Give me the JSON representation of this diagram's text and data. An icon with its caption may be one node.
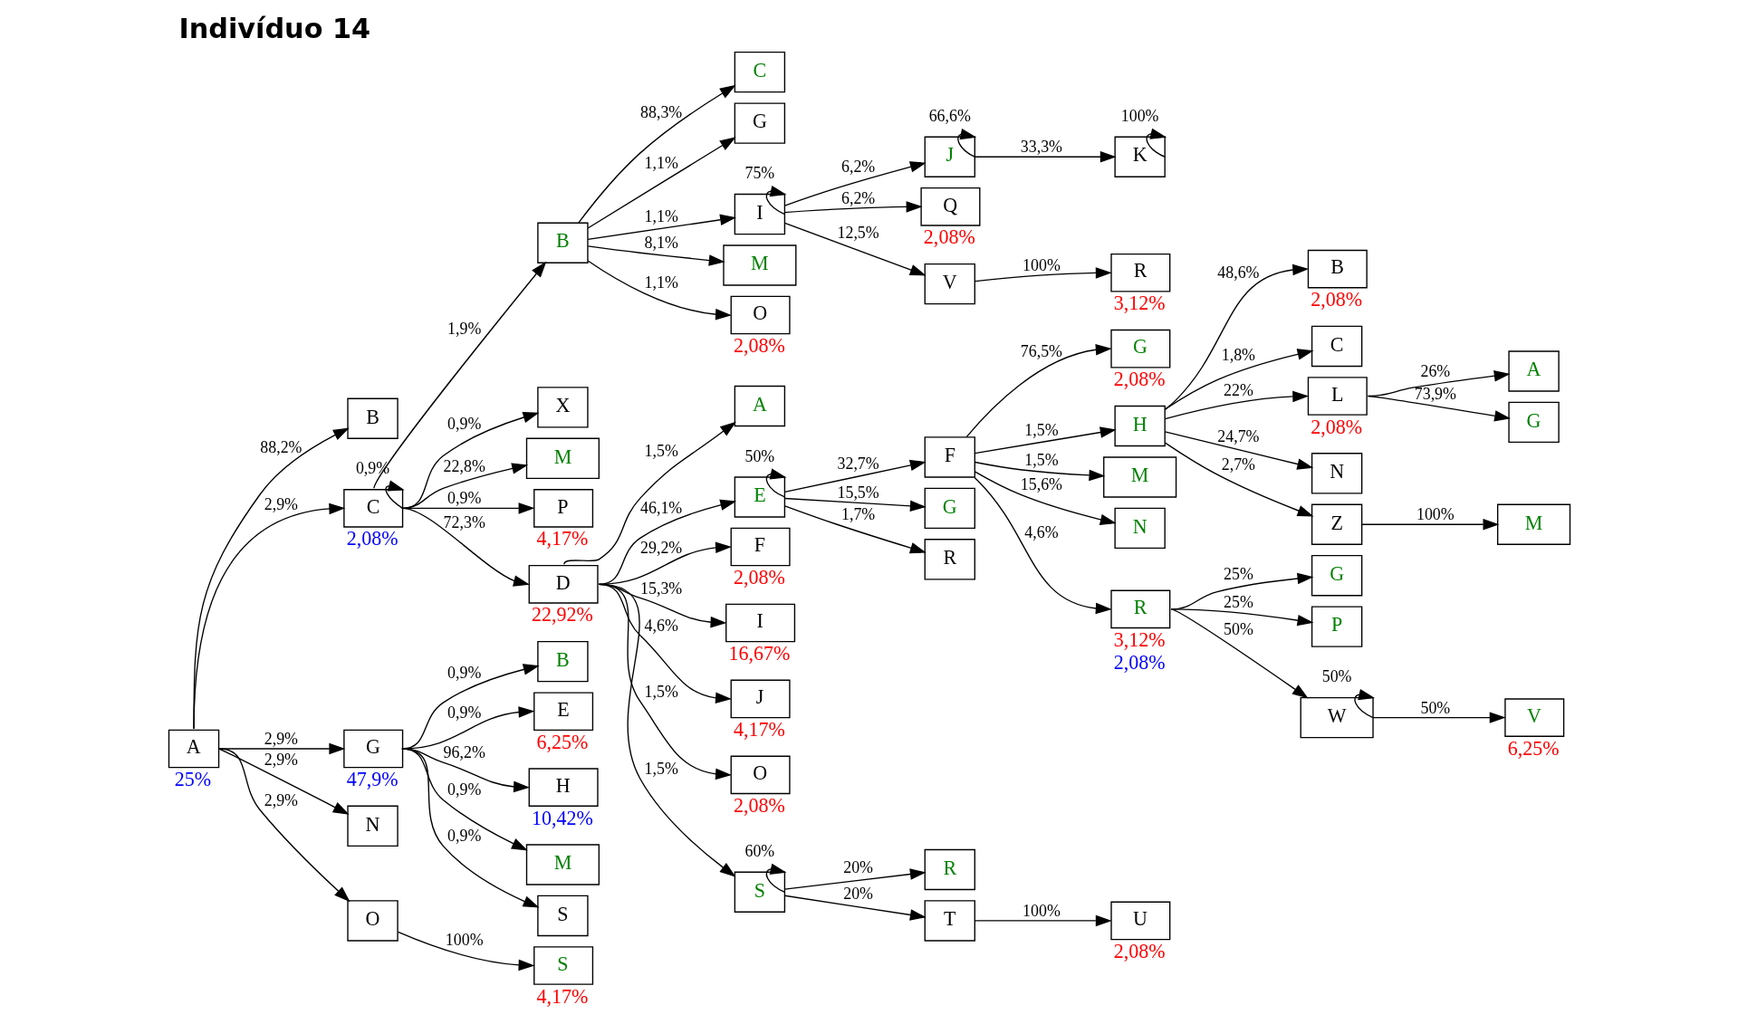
{
  "diagram": {
    "title": "Indivíduo 14",
    "nodes": [
      {
        "text": [
          "A"
        ],
        "beside": [
          "25%"
        ]
      },
      {
        "text": [
          "B"
        ]
      },
      {
        "text": [
          "C"
        ],
        "beside": [
          "2,08%"
        ]
      },
      {
        "text": [
          "B"
        ]
      },
      {
        "text": [
          "C"
        ]
      },
      {
        "text": [
          "G"
        ]
      },
      {
        "text": [
          "I"
        ]
      },
      {
        "text": [
          "J"
        ]
      },
      {
        "text": [
          "K"
        ]
      },
      {
        "text": [
          "Q"
        ],
        "beside": [
          "2,08%"
        ]
      },
      {
        "text": [
          "V"
        ]
      },
      {
        "text": [
          "R"
        ],
        "beside": [
          "3,12%"
        ]
      },
      {
        "text": [
          "M"
        ]
      },
      {
        "text": [
          "O"
        ],
        "beside": [
          "2,08%"
        ]
      },
      {
        "text": [
          "X"
        ]
      },
      {
        "text": [
          "M"
        ]
      },
      {
        "text": [
          "P"
        ],
        "beside": [
          "4,17%"
        ]
      },
      {
        "text": [
          "D"
        ],
        "beside": [
          "22,92%"
        ]
      },
      {
        "text": [
          "A"
        ]
      },
      {
        "text": [
          "E"
        ]
      },
      {
        "text": [
          "F"
        ]
      },
      {
        "text": [
          "G"
        ],
        "beside": [
          "2,08%"
        ]
      },
      {
        "text": [
          "H"
        ]
      },
      {
        "text": [
          "B"
        ],
        "beside": [
          "2,08%"
        ]
      },
      {
        "text": [
          "C"
        ]
      },
      {
        "text": [
          "L"
        ],
        "beside": [
          "2,08%"
        ]
      },
      {
        "text": [
          "A"
        ]
      },
      {
        "text": [
          "G"
        ]
      },
      {
        "text": [
          "N"
        ]
      },
      {
        "text": [
          "Z"
        ]
      },
      {
        "text": [
          "M"
        ]
      },
      {
        "text": [
          "M"
        ]
      },
      {
        "text": [
          "N"
        ]
      },
      {
        "text": [
          "R"
        ],
        "beside": [
          "3,12%",
          "2,08%"
        ]
      },
      {
        "text": [
          "G"
        ]
      },
      {
        "text": [
          "P"
        ]
      },
      {
        "text": [
          "W"
        ]
      },
      {
        "text": [
          "V"
        ],
        "beside": [
          "6,25%"
        ]
      },
      {
        "text": [
          "G"
        ]
      },
      {
        "text": [
          "R"
        ]
      },
      {
        "text": [
          "F"
        ],
        "beside": [
          "2,08%"
        ]
      },
      {
        "text": [
          "I"
        ],
        "beside": [
          "16,67%"
        ]
      },
      {
        "text": [
          "J"
        ],
        "beside": [
          "4,17%"
        ]
      },
      {
        "text": [
          "O"
        ],
        "beside": [
          "2,08%"
        ]
      },
      {
        "text": [
          "S"
        ]
      },
      {
        "text": [
          "R"
        ]
      },
      {
        "text": [
          "T"
        ]
      },
      {
        "text": [
          "U"
        ],
        "beside": [
          "2,08%"
        ]
      },
      {
        "text": [
          "G"
        ],
        "beside": [
          "47,9%"
        ]
      },
      {
        "text": [
          "B"
        ]
      },
      {
        "text": [
          "E"
        ],
        "beside": [
          "6,25%"
        ]
      },
      {
        "text": [
          "H"
        ],
        "beside": [
          "10,42%"
        ]
      },
      {
        "text": [
          "M"
        ]
      },
      {
        "text": [
          "S"
        ]
      },
      {
        "text": [
          "N"
        ]
      },
      {
        "text": [
          "O"
        ]
      },
      {
        "text": [
          "S"
        ],
        "beside": [
          "4,17%"
        ]
      }
    ],
    "edges": [
      {
        "from": 0,
        "to": 1,
        "arrow": "to",
        "label": "88,2%"
      },
      {
        "from": 0,
        "to": 2,
        "arrow": "to",
        "label": "2,9%"
      },
      {
        "from": 2,
        "to": 2,
        "arrow": "to",
        "label": "0,9%"
      },
      {
        "from": 2,
        "to": 3,
        "arrow": "to",
        "label": "1,9%"
      },
      {
        "from": 3,
        "to": 4,
        "arrow": "to",
        "label": "88,3%"
      },
      {
        "from": 3,
        "to": 5,
        "arrow": "to",
        "label": "1,1%"
      },
      {
        "from": 3,
        "to": 6,
        "arrow": "to",
        "label": "1,1%"
      },
      {
        "from": 6,
        "to": 6,
        "arrow": "to",
        "label": "75%"
      },
      {
        "from": 6,
        "to": 7,
        "arrow": "to",
        "label": "6,2%"
      },
      {
        "from": 7,
        "to": 7,
        "arrow": "to",
        "label": "66,6%"
      },
      {
        "from": 7,
        "to": 8,
        "arrow": "to",
        "label": "33,3%"
      },
      {
        "from": 8,
        "to": 8,
        "arrow": "to",
        "label": "100%"
      },
      {
        "from": 6,
        "to": 9,
        "arrow": "to",
        "label": "6,2%"
      },
      {
        "from": 6,
        "to": 10,
        "arrow": "to",
        "label": "12,5%"
      },
      {
        "from": 10,
        "to": 11,
        "arrow": "to",
        "label": "100%"
      },
      {
        "from": 3,
        "to": 12,
        "arrow": "to",
        "label": "8,1%"
      },
      {
        "from": 3,
        "to": 13,
        "arrow": "to",
        "label": "1,1%"
      },
      {
        "from": 2,
        "to": 14,
        "arrow": "to",
        "label": "0,9%"
      },
      {
        "from": 2,
        "to": 15,
        "arrow": "to",
        "label": "22,8%"
      },
      {
        "from": 2,
        "to": 16,
        "arrow": "to",
        "label": "0,9%"
      },
      {
        "from": 2,
        "to": 17,
        "arrow": "to",
        "label": "72,3%"
      },
      {
        "from": 17,
        "to": 18,
        "arrow": "to",
        "label": "1,5%"
      },
      {
        "from": 17,
        "to": 19,
        "arrow": "to",
        "label": "46,1%"
      },
      {
        "from": 19,
        "to": 19,
        "arrow": "to",
        "label": "50%"
      },
      {
        "from": 19,
        "to": 20,
        "arrow": "to",
        "label": "32,7%"
      },
      {
        "from": 20,
        "to": 21,
        "arrow": "to",
        "label": "76,5%"
      },
      {
        "from": 20,
        "to": 22,
        "arrow": "to",
        "label": "1,5%"
      },
      {
        "from": 22,
        "to": 23,
        "arrow": "to",
        "label": "48,6%"
      },
      {
        "from": 22,
        "to": 24,
        "arrow": "to",
        "label": "1,8%"
      },
      {
        "from": 22,
        "to": 25,
        "arrow": "to",
        "label": "22%"
      },
      {
        "from": 25,
        "to": 26,
        "arrow": "to",
        "label": "26%"
      },
      {
        "from": 25,
        "to": 27,
        "arrow": "to",
        "label": "73,9%"
      },
      {
        "from": 22,
        "to": 28,
        "arrow": "to",
        "label": "24,7%"
      },
      {
        "from": 22,
        "to": 29,
        "arrow": "to",
        "label": "2,7%"
      },
      {
        "from": 29,
        "to": 30,
        "arrow": "to",
        "label": "100%"
      },
      {
        "from": 20,
        "to": 31,
        "arrow": "to",
        "label": "1,5%"
      },
      {
        "from": 20,
        "to": 32,
        "arrow": "to",
        "label": "15,6%"
      },
      {
        "from": 20,
        "to": 33,
        "arrow": "to",
        "label": "4,6%"
      },
      {
        "from": 33,
        "to": 34,
        "arrow": "to",
        "label": "25%"
      },
      {
        "from": 33,
        "to": 35,
        "arrow": "to",
        "label": "25%"
      },
      {
        "from": 33,
        "to": 36,
        "arrow": "to",
        "label": "50%"
      },
      {
        "from": 36,
        "to": 36,
        "arrow": "to",
        "label": "50%"
      },
      {
        "from": 36,
        "to": 37,
        "arrow": "to",
        "label": "50%"
      },
      {
        "from": 19,
        "to": 38,
        "arrow": "to",
        "label": "15,5%"
      },
      {
        "from": 19,
        "to": 39,
        "arrow": "to",
        "label": "1,7%"
      },
      {
        "from": 17,
        "to": 40,
        "arrow": "to",
        "label": "29,2%"
      },
      {
        "from": 17,
        "to": 41,
        "arrow": "to",
        "label": "15,3%"
      },
      {
        "from": 17,
        "to": 42,
        "arrow": "to",
        "label": "4,6%"
      },
      {
        "from": 17,
        "to": 43,
        "arrow": "to",
        "label": "1,5%"
      },
      {
        "from": 17,
        "to": 44,
        "arrow": "to",
        "label": "1,5%"
      },
      {
        "from": 44,
        "to": 44,
        "arrow": "to",
        "label": "60%"
      },
      {
        "from": 44,
        "to": 45,
        "arrow": "to",
        "label": "20%"
      },
      {
        "from": 44,
        "to": 46,
        "arrow": "to",
        "label": "20%"
      },
      {
        "from": 46,
        "to": 47,
        "arrow": "to",
        "label": "100%"
      },
      {
        "from": 0,
        "to": 48,
        "arrow": "to",
        "label": "2,9%"
      },
      {
        "from": 48,
        "to": 49,
        "arrow": "to",
        "label": "0,9%"
      },
      {
        "from": 48,
        "to": 50,
        "arrow": "to",
        "label": "0,9%"
      },
      {
        "from": 48,
        "to": 51,
        "arrow": "to",
        "label": "96,2%"
      },
      {
        "from": 48,
        "to": 52,
        "arrow": "to",
        "label": "0,9%"
      },
      {
        "from": 48,
        "to": 53,
        "arrow": "to",
        "label": "0,9%"
      },
      {
        "from": 0,
        "to": 54,
        "arrow": "to",
        "label": "2,9%"
      },
      {
        "from": 0,
        "to": 55,
        "arrow": "to",
        "label": "2,9%"
      },
      {
        "from": 55,
        "to": 56,
        "arrow": "to",
        "label": "100%"
      }
    ]
  }
}
